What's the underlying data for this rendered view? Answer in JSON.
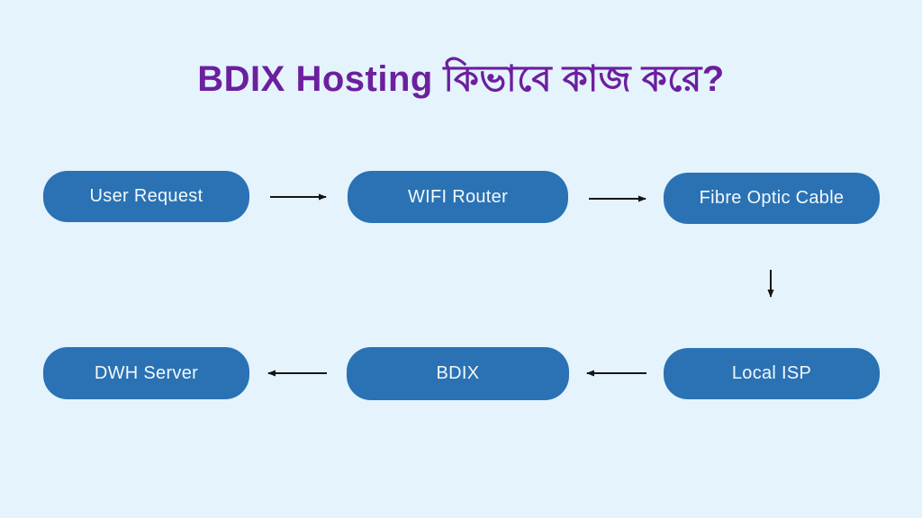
{
  "title": "BDIX Hosting কিভাবে কাজ করে?",
  "colors": {
    "background": "#E4F3FC",
    "node_fill": "#2A72B4",
    "node_text": "#F4F8FB",
    "title_text": "#6C1F9E",
    "arrow": "#151515"
  },
  "nodes": [
    {
      "label": "User Request"
    },
    {
      "label": "WIFI Router"
    },
    {
      "label": "Fibre Optic Cable"
    },
    {
      "label": "Local ISP"
    },
    {
      "label": "BDIX"
    },
    {
      "label": "DWH Server"
    }
  ],
  "edges": [
    {
      "from": "User Request",
      "to": "WIFI Router",
      "direction": "right"
    },
    {
      "from": "WIFI Router",
      "to": "Fibre Optic Cable",
      "direction": "right"
    },
    {
      "from": "Fibre Optic Cable",
      "to": "Local ISP",
      "direction": "down"
    },
    {
      "from": "Local ISP",
      "to": "BDIX",
      "direction": "left"
    },
    {
      "from": "BDIX",
      "to": "DWH Server",
      "direction": "left"
    }
  ]
}
